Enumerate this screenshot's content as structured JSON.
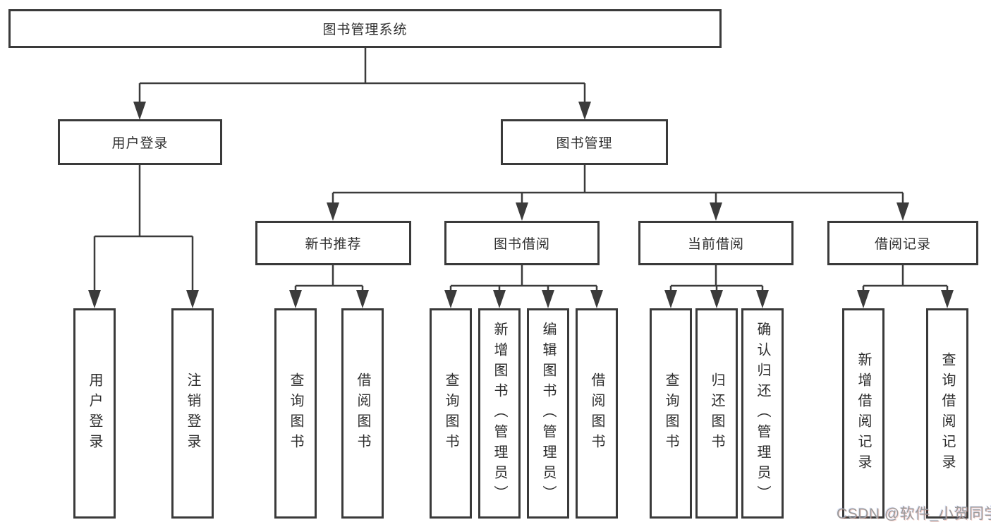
{
  "diagram": {
    "root": "图书管理系统",
    "branches": [
      {
        "label": "用户登录",
        "children": [
          {
            "label": "用户登录"
          },
          {
            "label": "注销登录"
          }
        ]
      },
      {
        "label": "图书管理",
        "children": [
          {
            "label": "新书推荐",
            "children": [
              {
                "label": "查询图书"
              },
              {
                "label": "借阅图书"
              }
            ]
          },
          {
            "label": "图书借阅",
            "children": [
              {
                "label": "查询图书"
              },
              {
                "label": "新增图书（管理员）"
              },
              {
                "label": "编辑图书（管理员）"
              },
              {
                "label": "借阅图书"
              }
            ]
          },
          {
            "label": "当前借阅",
            "children": [
              {
                "label": "查询图书"
              },
              {
                "label": "归还图书"
              },
              {
                "label": "确认归还（管理员）"
              }
            ]
          },
          {
            "label": "借阅记录",
            "children": [
              {
                "label": "新增借阅记录"
              },
              {
                "label": "查询借阅记录"
              }
            ]
          }
        ]
      }
    ],
    "colors": {
      "line": "#3b3b3b",
      "box_border": "#3a3a3a",
      "text": "#2e2e2e",
      "background": "#ffffff"
    }
  },
  "watermark": {
    "text": "CSDN @软件_小贺同学",
    "color": "#9a9a9a"
  }
}
